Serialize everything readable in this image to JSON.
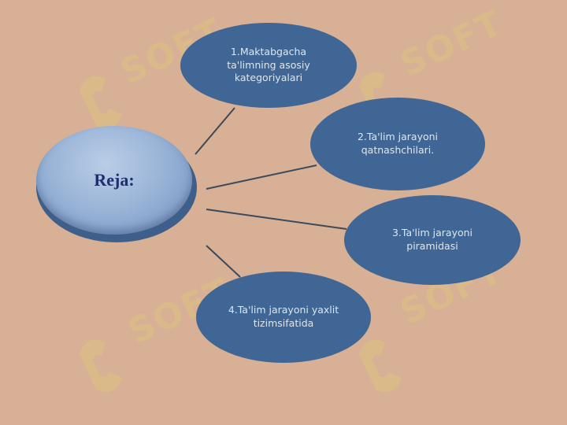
{
  "center": {
    "title": "Reja:"
  },
  "items": [
    {
      "label": "1.Maktabgacha ta'limning asosiy kategoriyalari"
    },
    {
      "label": "2.Ta'lim jarayoni qatnashchilari."
    },
    {
      "label": "3.Ta'lim jarayoni piramidasi"
    },
    {
      "label": "4.Ta'lim jarayoni yaxlit tizimsifatida"
    }
  ],
  "watermark": {
    "text": "SOFT"
  },
  "colors": {
    "background": "#d8b096",
    "node_fill": "#3f6694",
    "node_text": "#dfe6f0",
    "center_title": "#1f2f6e",
    "connector": "#3c4a5a"
  }
}
